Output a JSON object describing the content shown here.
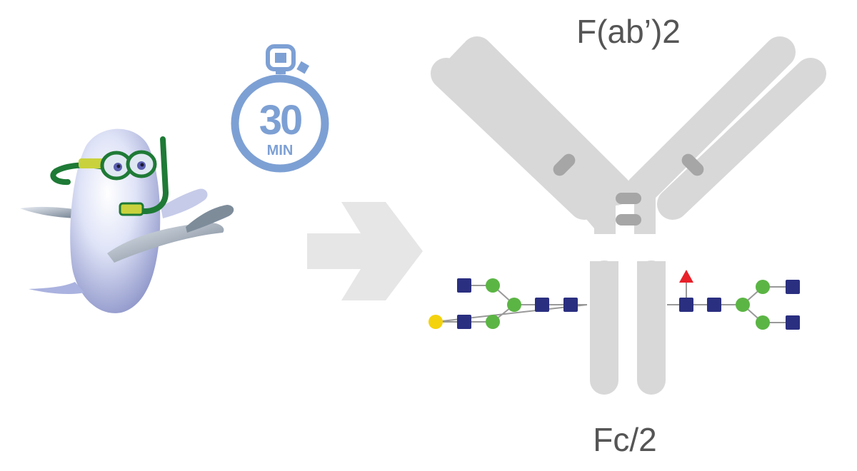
{
  "labels": {
    "fab_fragment": "F(ab’)2",
    "fc_fragment": "Fc/2"
  },
  "timer": {
    "value": "30",
    "unit": "MIN"
  },
  "colors": {
    "antibody": "#d8d8d8",
    "antibody_link": "#a6a6a6",
    "timer": "#7da0d4",
    "arrow": "#e6e6e6",
    "glcnac": "#2b2f80",
    "mannose": "#5bb544",
    "galactose": "#f4d20d",
    "fucose": "#e8202a",
    "glycan_link": "#999999",
    "mascot_body": "#c9cff0",
    "mascot_snorkel": "#1e7a36",
    "mascot_band": "#c9d23c"
  },
  "icons": {
    "mascot": "snorkeling-bacterium-mascot",
    "timer": "stopwatch-icon",
    "arrow": "right-arrow-icon",
    "glcnac": "blue-square",
    "mannose": "green-circle",
    "galactose": "yellow-circle",
    "fucose": "red-triangle"
  }
}
